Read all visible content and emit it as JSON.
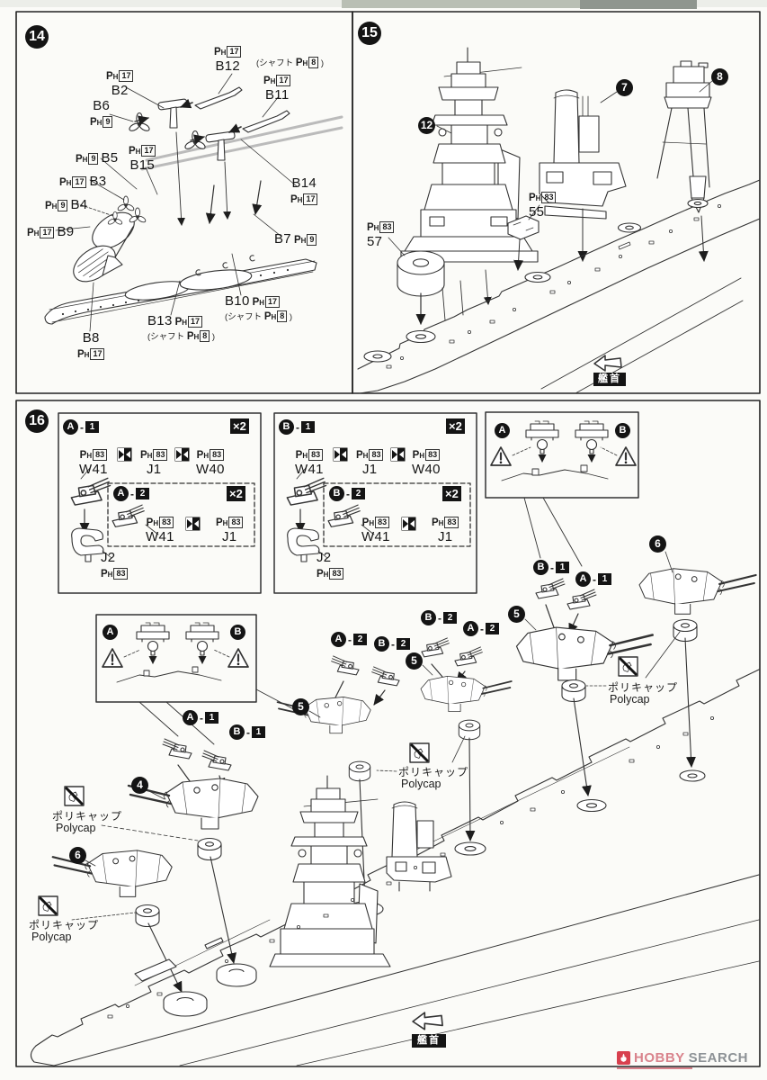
{
  "common": {
    "ph_p": "P",
    "ph_h": "H",
    "shaft_open": "(シャフト",
    "shaft_close": ")",
    "times2": "×2",
    "polycap_jp": "ポリキャップ",
    "polycap_en": "Polycap",
    "bow": "艦首",
    "dash": "-"
  },
  "panel14": {
    "step": "14",
    "shaft_num": "8",
    "parts": {
      "b2": {
        "name": "B2",
        "ph": "17"
      },
      "b3": {
        "name": "B3",
        "ph": "17"
      },
      "b4": {
        "name": "B4",
        "ph": "9"
      },
      "b5": {
        "name": "B5",
        "ph": "9"
      },
      "b6": {
        "name": "B6",
        "ph": "9"
      },
      "b7": {
        "name": "B7",
        "ph": "9"
      },
      "b8": {
        "name": "B8",
        "ph": "17"
      },
      "b9": {
        "name": "B9",
        "ph": "17"
      },
      "b10": {
        "name": "B10",
        "ph": "17"
      },
      "b11": {
        "name": "B11",
        "ph": "17"
      },
      "b12": {
        "name": "B12",
        "ph": "17"
      },
      "b13": {
        "name": "B13",
        "ph": "17"
      },
      "b14": {
        "name": "B14",
        "ph": "17"
      },
      "b15": {
        "name": "B15",
        "ph": "17"
      }
    }
  },
  "panel15": {
    "step": "15",
    "n12": "12",
    "n7": "7",
    "n8": "8",
    "p55": {
      "ph": "83",
      "name": "55"
    },
    "p57": {
      "ph": "83",
      "name": "57"
    }
  },
  "panel16": {
    "step": "16",
    "letter_a": "A",
    "letter_b": "B",
    "num1": "1",
    "num2": "2",
    "w41": {
      "ph": "83",
      "name": "W41"
    },
    "j1": {
      "ph": "83",
      "name": "J1"
    },
    "w40": {
      "ph": "83",
      "name": "W40"
    },
    "j2": {
      "name": "J2",
      "ph": "83"
    },
    "turrets": {
      "t4": "4",
      "t5": "5",
      "t6": "6"
    }
  },
  "watermark": {
    "hobby": "HOBBY",
    "search": "SEARCH"
  }
}
